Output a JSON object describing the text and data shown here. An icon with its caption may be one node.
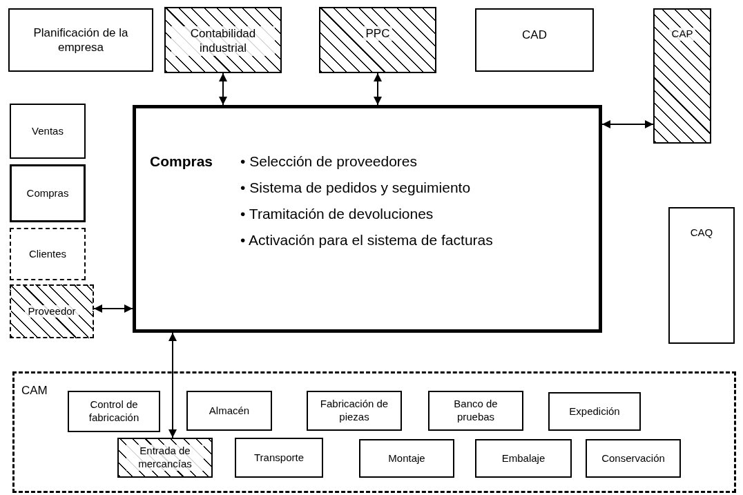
{
  "diagram": {
    "nodes": [
      {
        "text": [
          "Planificación de la empresa"
        ]
      },
      {
        "text": [
          "Contabilidad industrial"
        ]
      },
      {
        "text": [
          "PPC"
        ]
      },
      {
        "text": [
          "CAD"
        ]
      },
      {
        "text": [
          "CAP"
        ]
      },
      {
        "text": [
          "Ventas"
        ]
      },
      {
        "text": [
          "Compras"
        ]
      },
      {
        "text": [
          "Clientes"
        ]
      },
      {
        "text": [
          "Proveedor"
        ]
      },
      {
        "text": [
          "Compras",
          "• Selección de proveedores",
          "• Sistema de pedidos y seguimiento",
          "• Tramitación de devoluciones",
          "• Activación para el sistema de facturas"
        ]
      },
      {
        "text": [
          "CAQ"
        ]
      },
      {
        "text": [
          "CAM"
        ]
      },
      {
        "text": [
          "Control de fabricación"
        ],
        "in": 11
      },
      {
        "text": [
          "Almacén"
        ],
        "in": 11
      },
      {
        "text": [
          "Fabricación de piezas"
        ],
        "in": 11
      },
      {
        "text": [
          "Banco de pruebas"
        ],
        "in": 11
      },
      {
        "text": [
          "Expedición"
        ],
        "in": 11
      },
      {
        "text": [
          "Entrada de mercancías"
        ],
        "in": 11
      },
      {
        "text": [
          "Transporte"
        ],
        "in": 11
      },
      {
        "text": [
          "Montaje"
        ],
        "in": 11
      },
      {
        "text": [
          "Embalaje"
        ],
        "in": 11
      },
      {
        "text": [
          "Conservación"
        ],
        "in": 11
      }
    ],
    "edges": [
      {
        "from": 1,
        "to": 9,
        "arrow": "both"
      },
      {
        "from": 2,
        "to": 9,
        "arrow": "both"
      },
      {
        "from": 9,
        "to": 4,
        "arrow": "both"
      },
      {
        "from": 8,
        "to": 9,
        "arrow": "both"
      },
      {
        "from": 9,
        "to": 17,
        "arrow": "both"
      }
    ]
  }
}
